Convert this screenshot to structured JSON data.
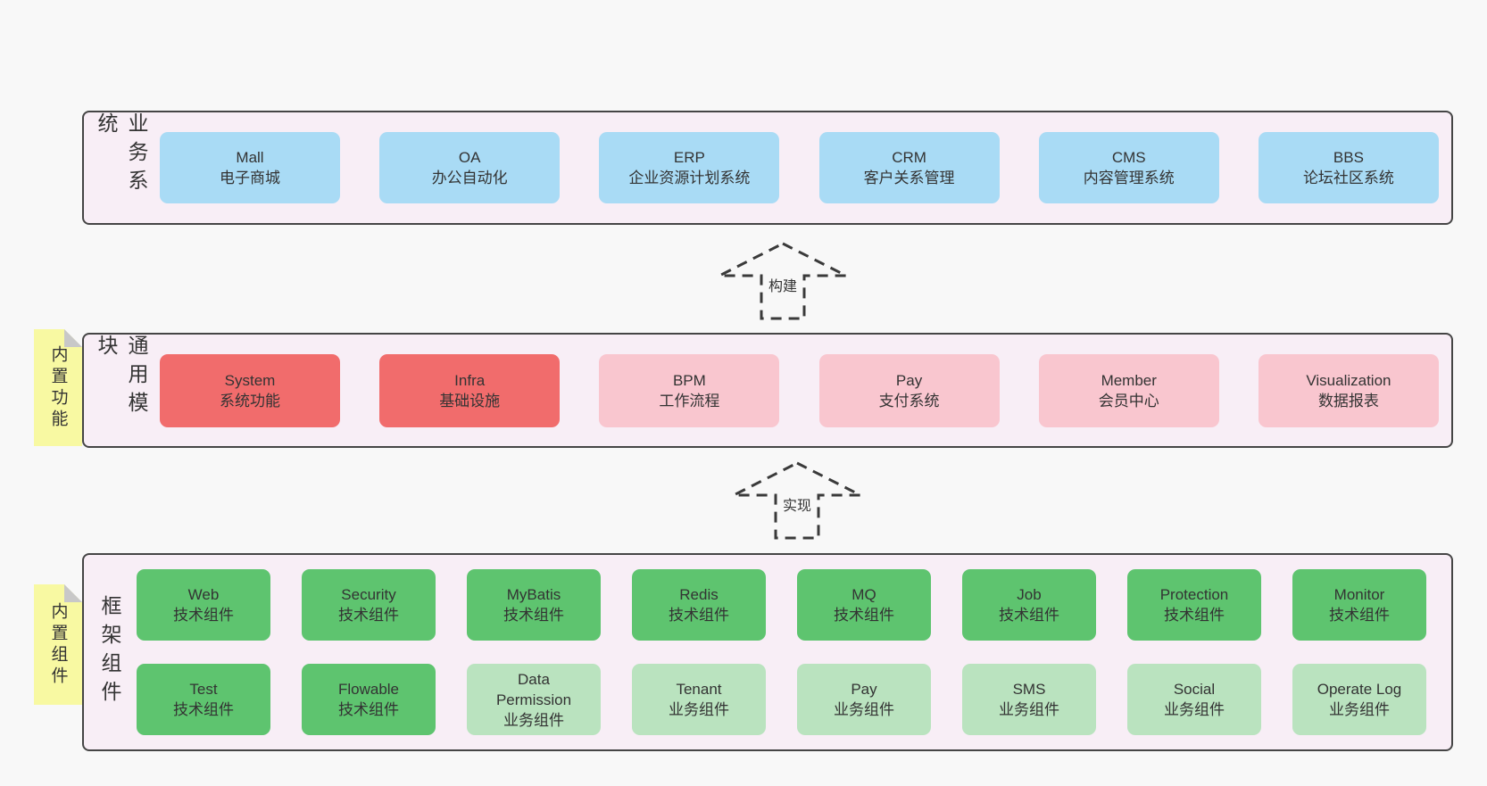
{
  "diagram": {
    "layers": {
      "business": {
        "side_label": "业务系统",
        "boxes": [
          {
            "name": "Mall",
            "subtitle": "电子商城",
            "variant": "blue"
          },
          {
            "name": "OA",
            "subtitle": "办公自动化",
            "variant": "blue"
          },
          {
            "name": "ERP",
            "subtitle": "企业资源计划系统",
            "variant": "blue"
          },
          {
            "name": "CRM",
            "subtitle": "客户关系管理",
            "variant": "blue"
          },
          {
            "name": "CMS",
            "subtitle": "内容管理系统",
            "variant": "blue"
          },
          {
            "name": "BBS",
            "subtitle": "论坛社区系统",
            "variant": "blue"
          }
        ]
      },
      "modules": {
        "side_label": "通用模块",
        "sticky_label": "内置功能",
        "boxes": [
          {
            "name": "System",
            "subtitle": "系统功能",
            "variant": "red"
          },
          {
            "name": "Infra",
            "subtitle": "基础设施",
            "variant": "red"
          },
          {
            "name": "BPM",
            "subtitle": "工作流程",
            "variant": "pink"
          },
          {
            "name": "Pay",
            "subtitle": "支付系统",
            "variant": "pink"
          },
          {
            "name": "Member",
            "subtitle": "会员中心",
            "variant": "pink"
          },
          {
            "name": "Visualization",
            "subtitle": "数据报表",
            "variant": "pink"
          }
        ]
      },
      "components": {
        "side_label": "框架组件",
        "sticky_label": "内置组件",
        "rows": [
          [
            {
              "name": "Web",
              "subtitle": "技术组件",
              "variant": "greenDark"
            },
            {
              "name": "Security",
              "subtitle": "技术组件",
              "variant": "greenDark"
            },
            {
              "name": "MyBatis",
              "subtitle": "技术组件",
              "variant": "greenDark"
            },
            {
              "name": "Redis",
              "subtitle": "技术组件",
              "variant": "greenDark"
            },
            {
              "name": "MQ",
              "subtitle": "技术组件",
              "variant": "greenDark"
            },
            {
              "name": "Job",
              "subtitle": "技术组件",
              "variant": "greenDark"
            },
            {
              "name": "Protection",
              "subtitle": "技术组件",
              "variant": "greenDark"
            },
            {
              "name": "Monitor",
              "subtitle": "技术组件",
              "variant": "greenDark"
            }
          ],
          [
            {
              "name": "Test",
              "subtitle": "技术组件",
              "variant": "greenDark"
            },
            {
              "name": "Flowable",
              "subtitle": "技术组件",
              "variant": "greenDark"
            },
            {
              "name": "Data Permission",
              "subtitle": "业务组件",
              "variant": "greenLight"
            },
            {
              "name": "Tenant",
              "subtitle": "业务组件",
              "variant": "greenLight"
            },
            {
              "name": "Pay",
              "subtitle": "业务组件",
              "variant": "greenLight"
            },
            {
              "name": "SMS",
              "subtitle": "业务组件",
              "variant": "greenLight"
            },
            {
              "name": "Social",
              "subtitle": "业务组件",
              "variant": "greenLight"
            },
            {
              "name": "Operate Log",
              "subtitle": "业务组件",
              "variant": "greenLight"
            }
          ]
        ]
      }
    },
    "arrows": [
      {
        "label": "构建"
      },
      {
        "label": "实现"
      }
    ]
  },
  "colors": {
    "blue": "#a9dbf5",
    "red": "#f16c6c",
    "pink": "#f9c6cf",
    "greenDark": "#5ec46f",
    "greenLight": "#bae3bf",
    "band_bg": "#f8eef6",
    "band_border": "#454545",
    "sticky_bg": "#f8f9a2",
    "sticky_fold": "#c8c8c8",
    "page_bg": "#f8f8f8",
    "text": "#333333",
    "arrow_stroke": "#3a3a3a"
  }
}
